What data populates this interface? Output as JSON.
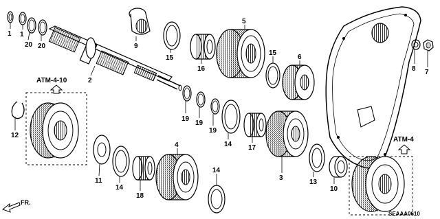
{
  "diagram": {
    "callouts": {
      "p1a": "1",
      "p1b": "1",
      "p20a": "20",
      "p20b": "20",
      "p9": "9",
      "p15a": "15",
      "p16": "16",
      "p5": "5",
      "p15b": "15",
      "p6": "6",
      "p8": "8",
      "p7": "7",
      "p2": "2",
      "p12": "12",
      "p19a": "19",
      "p19b": "19",
      "p19c": "19",
      "p14a": "14",
      "p17": "17",
      "p3": "3",
      "p13": "13",
      "p10": "10",
      "p11": "11",
      "p14b": "14",
      "p18": "18",
      "p4": "4",
      "p14c": "14"
    },
    "refs": {
      "left": "ATM-4-10",
      "right": "ATM-4"
    },
    "direction_label": "FR.",
    "diagram_code": "SEAAA0610"
  }
}
